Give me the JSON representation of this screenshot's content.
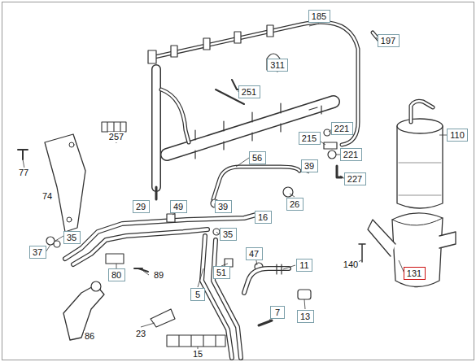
{
  "diagram": {
    "nodes": [
      {
        "text": [
          "185"
        ]
      },
      {
        "text": [
          "197"
        ]
      },
      {
        "text": [
          "311"
        ]
      },
      {
        "text": [
          "251"
        ]
      },
      {
        "text": [
          "221"
        ]
      },
      {
        "text": [
          "110"
        ]
      },
      {
        "text": [
          "215"
        ]
      },
      {
        "text": [
          "221"
        ]
      },
      {
        "text": [
          "56"
        ]
      },
      {
        "text": [
          "39"
        ]
      },
      {
        "text": [
          "227"
        ]
      },
      {
        "text": [
          "26"
        ]
      },
      {
        "text": [
          "29"
        ]
      },
      {
        "text": [
          "49"
        ]
      },
      {
        "text": [
          "39"
        ]
      },
      {
        "text": [
          "16"
        ]
      },
      {
        "text": [
          "35"
        ]
      },
      {
        "text": [
          "35"
        ]
      },
      {
        "text": [
          "37"
        ]
      },
      {
        "text": [
          "47"
        ]
      },
      {
        "text": [
          "11"
        ]
      },
      {
        "text": [
          "80"
        ]
      },
      {
        "text": [
          "51"
        ]
      },
      {
        "text": [
          "131"
        ]
      },
      {
        "text": [
          "5"
        ]
      },
      {
        "text": [
          "7"
        ]
      },
      {
        "text": [
          "13"
        ]
      }
    ],
    "labels": [
      "257",
      "77",
      "74",
      "89",
      "140",
      "86",
      "23",
      "15"
    ]
  }
}
